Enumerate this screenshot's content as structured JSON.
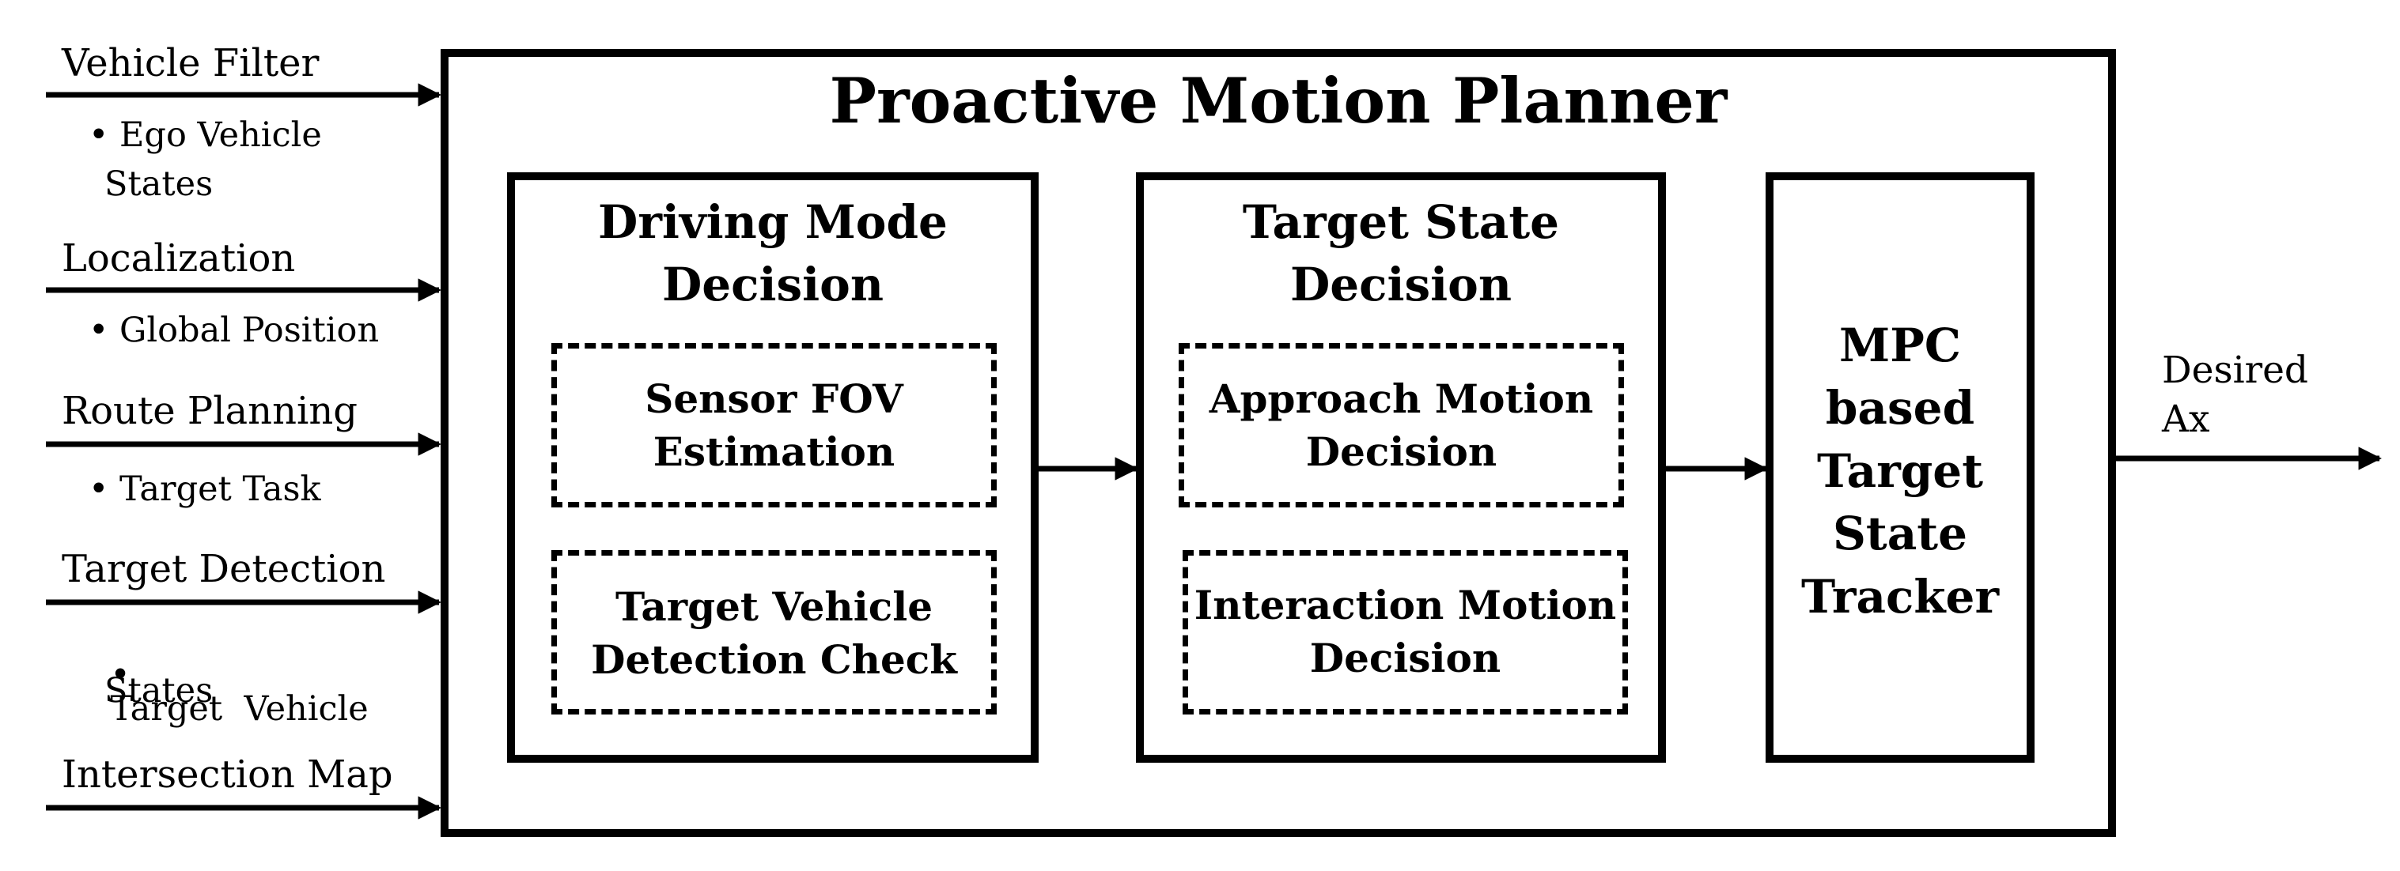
{
  "inputs": [
    {
      "label": "Vehicle Filter",
      "bullets": [
        "Ego Vehicle",
        "States"
      ]
    },
    {
      "label": "Localization",
      "bullets": [
        "Global Position"
      ]
    },
    {
      "label": "Route Planning",
      "bullets": [
        "Target Task"
      ]
    },
    {
      "label": "Target Detection",
      "bullets": [
        "Target  Vehicle",
        "States"
      ]
    },
    {
      "label": "Intersection Map",
      "bullets": []
    }
  ],
  "main": {
    "title": "Proactive Motion Planner",
    "driving_mode": {
      "title_line1": "Driving Mode",
      "title_line2": "Decision",
      "sub1_line1": "Sensor FOV",
      "sub1_line2": "Estimation",
      "sub2_line1": "Target Vehicle",
      "sub2_line2": "Detection Check"
    },
    "target_state": {
      "title_line1": "Target State",
      "title_line2": "Decision",
      "sub1_line1": "Approach Motion",
      "sub1_line2": "Decision",
      "sub2_line1": "Interaction Motion",
      "sub2_line2": "Decision"
    },
    "tracker": {
      "lines": [
        "MPC",
        "based",
        "Target",
        "State",
        "Tracker"
      ]
    }
  },
  "output": {
    "line1": "Desired",
    "line2": "Ax"
  },
  "bullet_symbol": "•",
  "colors": {
    "stroke": "#000000",
    "background": "#ffffff"
  }
}
